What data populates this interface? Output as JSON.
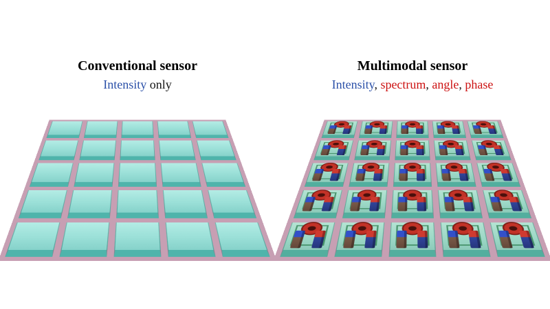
{
  "page": {
    "background": "#ffffff"
  },
  "colors": {
    "intensity-blue": "#2b50a8",
    "mode-red": "#cc1111",
    "tile-top": "#9be0d8",
    "tile-edge": "#4fb4ab",
    "base-pink": "#c79fb3",
    "mm-tile-top": "#9cd8c6",
    "mm-tile-edge": "#53ae9e",
    "trace-green": "#2e7d4f",
    "donut-red": "#c23227",
    "pillar-blue": "#3350c8",
    "pillar-red": "#cf3a30"
  },
  "left_panel": {
    "title": "Conventional sensor",
    "subtitle": {
      "intensity": "Intensity",
      "rest": " only"
    },
    "array": {
      "rows": 5,
      "cols": 5,
      "kind": "plain"
    }
  },
  "right_panel": {
    "title": "Multimodal sensor",
    "subtitle": {
      "intensity": "Intensity",
      "sep1": ", ",
      "spectrum": "spectrum",
      "sep2": ", ",
      "angle": "angle",
      "sep3": ", ",
      "phase": "phase"
    },
    "array": {
      "rows": 5,
      "cols": 5,
      "kind": "multimodal"
    }
  }
}
